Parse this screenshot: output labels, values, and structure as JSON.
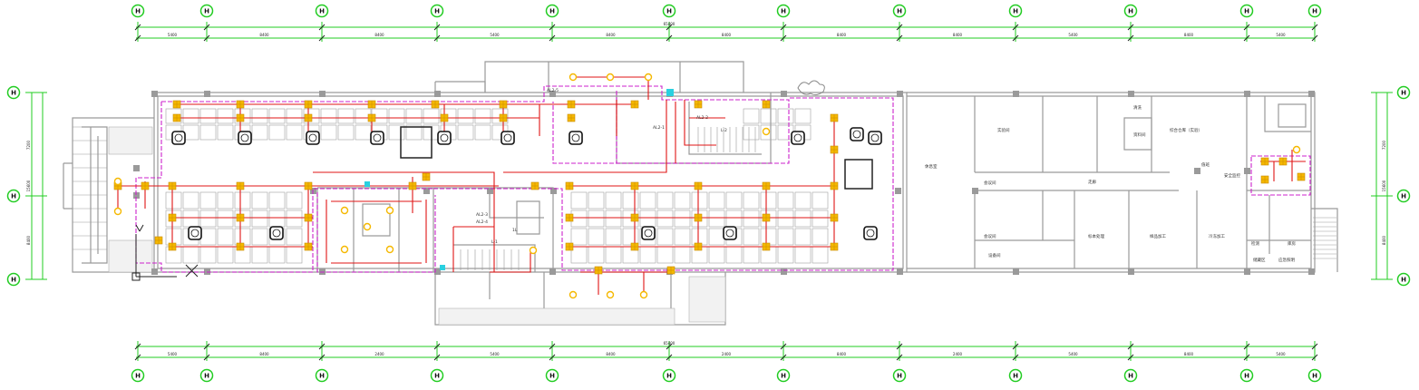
{
  "drawing": {
    "top_axis_labels": [
      "H",
      "H",
      "H",
      "H",
      "H",
      "H",
      "H",
      "H",
      "H",
      "H",
      "H",
      "H"
    ],
    "bottom_axis_labels": [
      "H",
      "H",
      "H",
      "H",
      "H",
      "H",
      "H",
      "H",
      "H",
      "H",
      "H",
      "H"
    ],
    "left_axis_labels": [
      "H",
      "H",
      "H"
    ],
    "right_axis_labels": [
      "H",
      "H",
      "H"
    ],
    "top_overall_dim": "65400",
    "bottom_overall_dim": "65400",
    "top_span_dims": [
      "5400",
      "8400",
      "8400",
      "5400",
      "8400",
      "8400",
      "8400",
      "8400",
      "5400",
      "8400",
      "5400"
    ],
    "bottom_span_dims": [
      "5400",
      "8400",
      "2400",
      "5400",
      "8400",
      "2400",
      "8400",
      "2400",
      "5400",
      "8400",
      "5400"
    ],
    "left_dims": [
      "7200",
      "15600",
      "8400"
    ],
    "right_dims": [
      "7200",
      "15600",
      "8400"
    ],
    "rooms": [
      "实验间",
      "综合仓库（实验）",
      "休息室",
      "会议间",
      "会议间",
      "设备间",
      "资料间",
      "走廊",
      "标本处理",
      "样品加工",
      "冷冻加工",
      "检测",
      "库房",
      "清洗",
      "储藏区",
      "值班",
      "安全监控",
      "应急照明"
    ],
    "circuit_labels": [
      "AL2-1",
      "AL2-2",
      "AL2-3",
      "AL2-4",
      "AL2-5",
      "L-1",
      "L-2",
      "1L"
    ],
    "colors": {
      "axis": "#22cc22",
      "wall": "#9a9a9a",
      "wire": "#e01515",
      "boundary": "#cc22cc",
      "fixture": "#f5b800",
      "cyan": "#2ad0e0"
    }
  }
}
